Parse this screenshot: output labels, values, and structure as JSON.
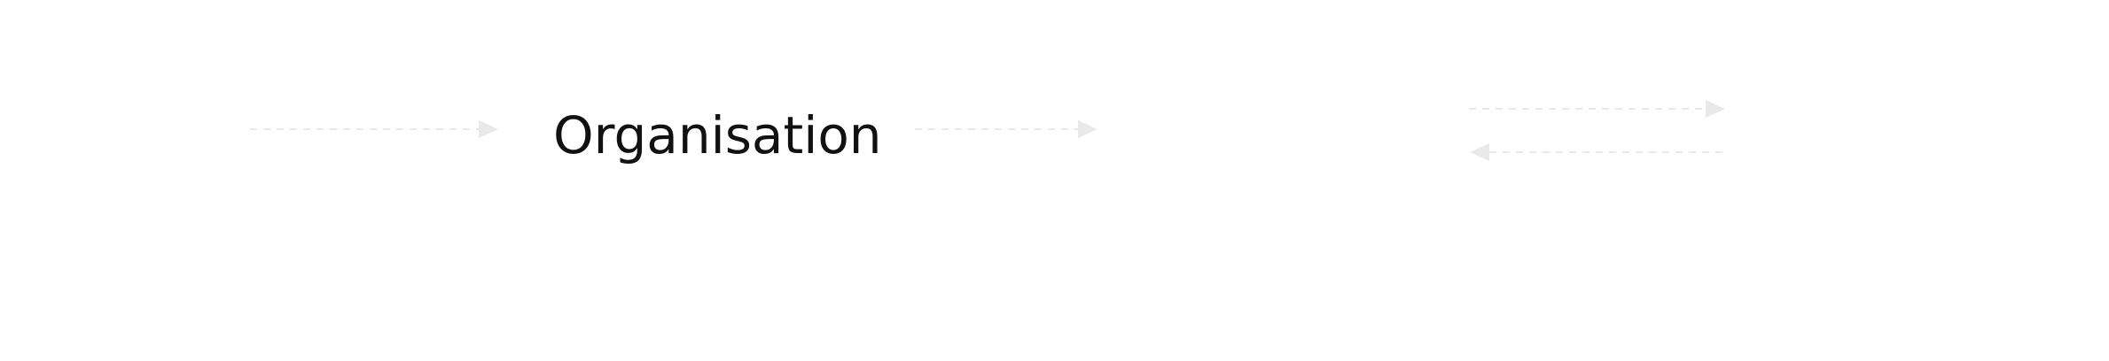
{
  "diagram": {
    "node": {
      "label": "Organisation"
    },
    "connectors": [
      {
        "id": "incoming",
        "direction": "right"
      },
      {
        "id": "outgoing",
        "direction": "right"
      },
      {
        "id": "exchange-top",
        "direction": "right"
      },
      {
        "id": "exchange-bottom",
        "direction": "left"
      }
    ],
    "colors": {
      "text": "#111111",
      "connector": "#e9e9e9",
      "background": "#ffffff"
    }
  }
}
